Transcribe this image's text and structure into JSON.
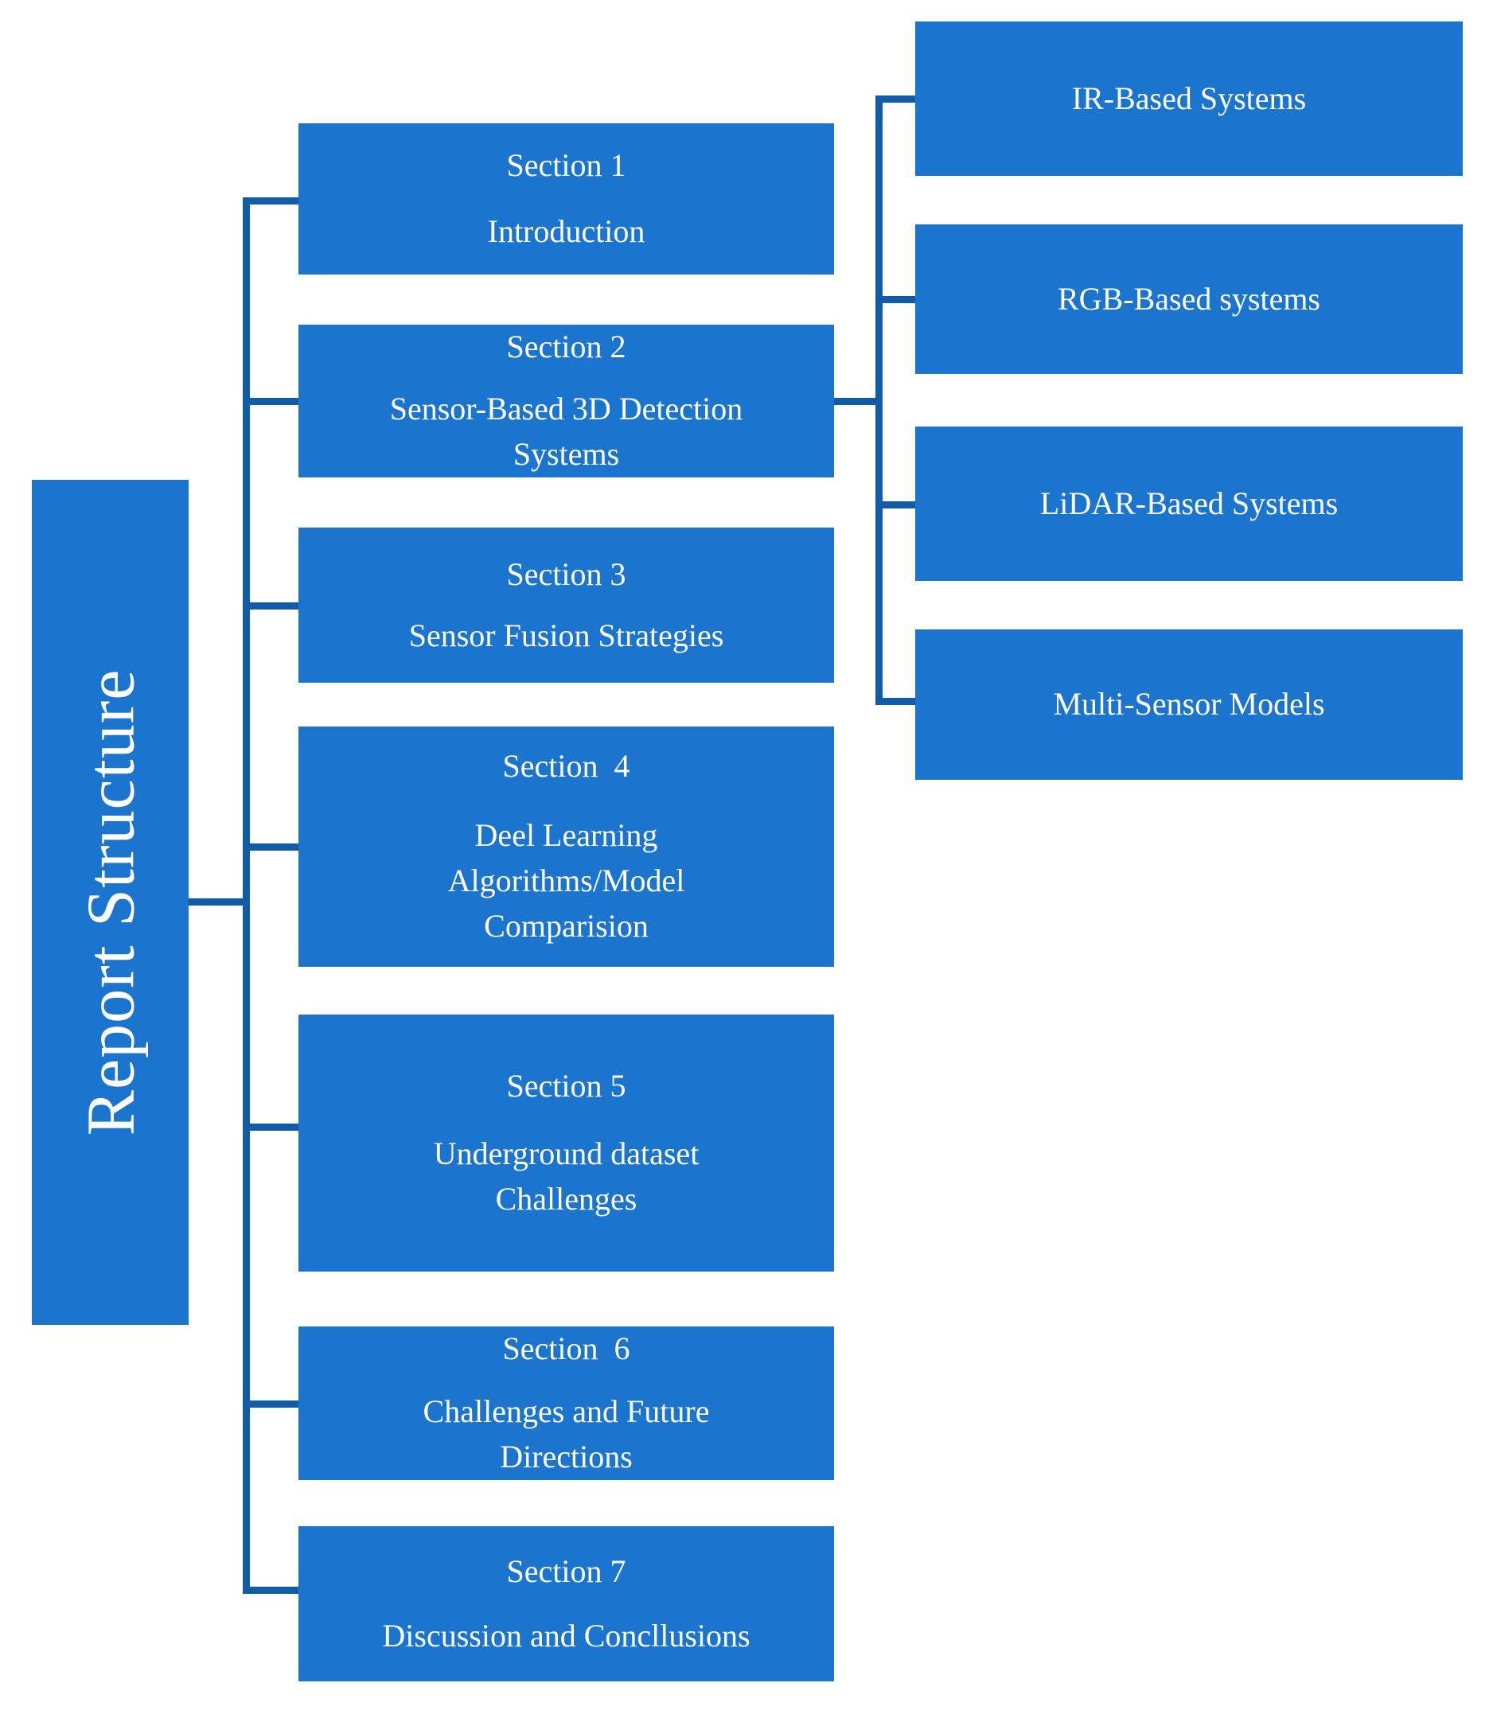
{
  "diagram": {
    "title": "Report Structure",
    "accent_box_color": "#1b74cd",
    "connector_color": "#105ca8",
    "text_color": "#ffffff",
    "root": {
      "label": "Report Structure"
    },
    "sections": [
      {
        "id": "section-1",
        "number": "Section 1",
        "title": "Introduction"
      },
      {
        "id": "section-2",
        "number": "Section 2",
        "title_line1": "Sensor-Based 3D Detection",
        "title_line2": "Systems"
      },
      {
        "id": "section-3",
        "number": "Section 3",
        "title": "Sensor Fusion Strategies"
      },
      {
        "id": "section-4",
        "number": "Section  4",
        "title_line1": "Deel Learning",
        "title_line2": "Algorithms/Model",
        "title_line3": "Comparision"
      },
      {
        "id": "section-5",
        "number": "Section 5",
        "title_line1": "Underground dataset",
        "title_line2": "Challenges"
      },
      {
        "id": "section-6",
        "number": "Section  6",
        "title_line1": "Challenges and Future",
        "title_line2": "Directions"
      },
      {
        "id": "section-7",
        "number": "Section 7",
        "title": "Discussion and Concllusions"
      }
    ],
    "subsections": [
      {
        "id": "sub-ir",
        "label": "IR-Based Systems"
      },
      {
        "id": "sub-rgb",
        "label": "RGB-Based systems"
      },
      {
        "id": "sub-lidar",
        "label": "LiDAR-Based Systems"
      },
      {
        "id": "sub-multi",
        "label": "Multi-Sensor Models"
      }
    ]
  }
}
